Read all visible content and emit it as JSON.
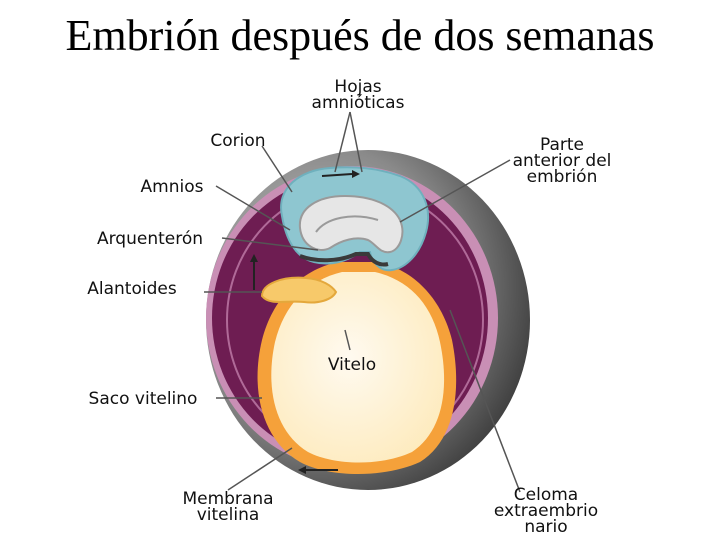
{
  "title": "Embrión después de dos semanas",
  "labels": {
    "hojas_1": "Hojas",
    "hojas_2": "amnióticas",
    "corion": "Corion",
    "parte_1": "Parte",
    "parte_2": "anterior del",
    "parte_3": "embrión",
    "amnios": "Amnios",
    "arquenteron": "Arquenterón",
    "alantoides": "Alantoides",
    "vitelo": "Vitelo",
    "saco_vitelino": "Saco vitelino",
    "membrana_1": "Membrana",
    "membrana_2": "vitelina",
    "celoma_1": "Celoma",
    "celoma_2": "extraembrio",
    "celoma_3": "nario"
  },
  "colors": {
    "outer_shell": "#5a5a5a",
    "chorion_purple": "#6e1d52",
    "chorion_pink": "#c98fb5",
    "amnion_blue": "#8ec6d0",
    "embryo_gray": "#e6e6e6",
    "yolk": "#fff3d6",
    "yolk_sac_orange": "#f5a13a",
    "allantois": "#f7c96a"
  }
}
